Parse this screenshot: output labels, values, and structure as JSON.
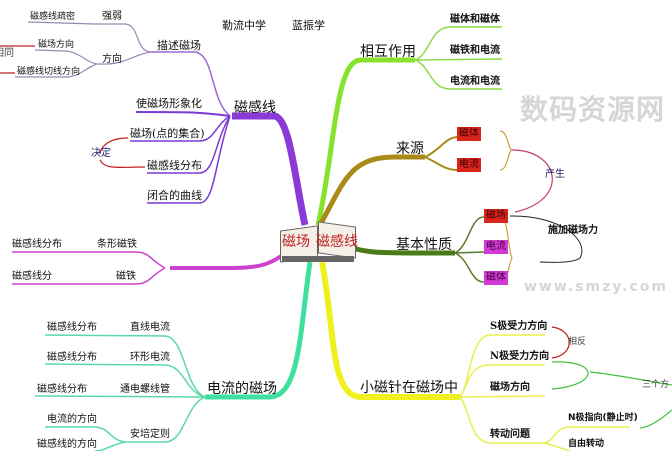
{
  "header": {
    "school": "勒流中学",
    "author": "蓝振学"
  },
  "center": {
    "left": "磁场",
    "right": "磁感线"
  },
  "magnetic_lines": {
    "label": "磁感线",
    "describe": {
      "label": "描述磁场",
      "strength": "强弱",
      "strength_detail": "磁感线疏密",
      "direction": "方向",
      "dir_detail1": "磁场方向",
      "dir_detail2": "磁感线切线方向",
      "same": "相同"
    },
    "items": [
      "使磁场形象化",
      "磁场(点的集合)",
      "磁感线分布",
      "闭合的曲线"
    ],
    "decide": "决定"
  },
  "interaction": {
    "label": "相互作用",
    "items": [
      "磁体和磁体",
      "磁铁和电流",
      "电流和电流"
    ]
  },
  "source": {
    "label": "来源",
    "items": [
      "磁体",
      "电流"
    ],
    "produce": "产生"
  },
  "property": {
    "label": "基本性质",
    "items": [
      "磁场",
      "电流",
      "磁体"
    ],
    "force": "施加磁场力"
  },
  "common_fields": {
    "items": [
      "条形磁铁",
      "磁铁"
    ],
    "details": [
      "磁感线分布",
      "磁感线分"
    ]
  },
  "current_field": {
    "label": "电流的磁场",
    "items": [
      "直线电流",
      "环形电流",
      "通电螺线管",
      "安培定则"
    ],
    "details": [
      "磁感线分布",
      "磁感线分布",
      "磁感线分布",
      "电流的方向",
      "磁感线的方向"
    ]
  },
  "needle": {
    "label": "小磁针在磁场中",
    "items": [
      "S极受力方向",
      "N极受力方向",
      "磁场方向",
      "转动问题"
    ],
    "opposite": "相反",
    "three": "三个方",
    "rotation": [
      "N极指向(静止时)",
      "自由转动"
    ]
  },
  "watermark": {
    "title": "数码资源网",
    "url": "www.smzy.com"
  }
}
